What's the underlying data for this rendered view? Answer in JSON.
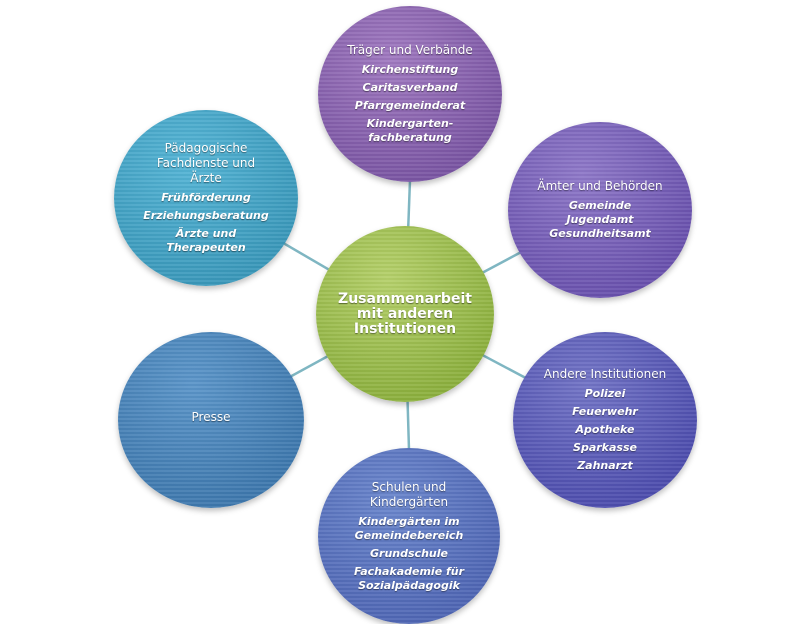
{
  "center": {
    "title": "Zusammenarbeit mit anderen Institutionen"
  },
  "nodes": {
    "traeger": {
      "title": "Träger und Verbände",
      "items": [
        "Kirchenstiftung",
        "Caritasverband",
        "Pfarrgemeinderat",
        "Kindergarten-fachberatung"
      ]
    },
    "aemter": {
      "title": "Ämter und Behörden",
      "items": [
        "Gemeinde Jugendamt Gesundheitsamt"
      ]
    },
    "andere": {
      "title": "Andere Institutionen",
      "items": [
        "Polizei",
        "Feuerwehr",
        "Apotheke",
        "Sparkasse",
        "Zahnarzt"
      ]
    },
    "schulen": {
      "title": "Schulen und Kindergärten",
      "items": [
        "Kindergärten im Gemeindebereich",
        "Grundschule",
        "Fachakademie für Sozialpädagogik"
      ]
    },
    "presse": {
      "title": "Presse",
      "items": []
    },
    "paed": {
      "title": "Pädagogische Fachdienste und Ärzte",
      "items": [
        "Frühförderung",
        "Erziehungsberatung",
        "Ärzte und Therapeuten"
      ]
    }
  },
  "colors": {
    "connector": "#7fb6c2",
    "center": "#9dc053",
    "traeger": "#8c67b3",
    "aemter": "#7b64bb",
    "andere": "#5f61ba",
    "schulen": "#5d77c0",
    "presse": "#4c87bc",
    "paed": "#47a6c8"
  }
}
